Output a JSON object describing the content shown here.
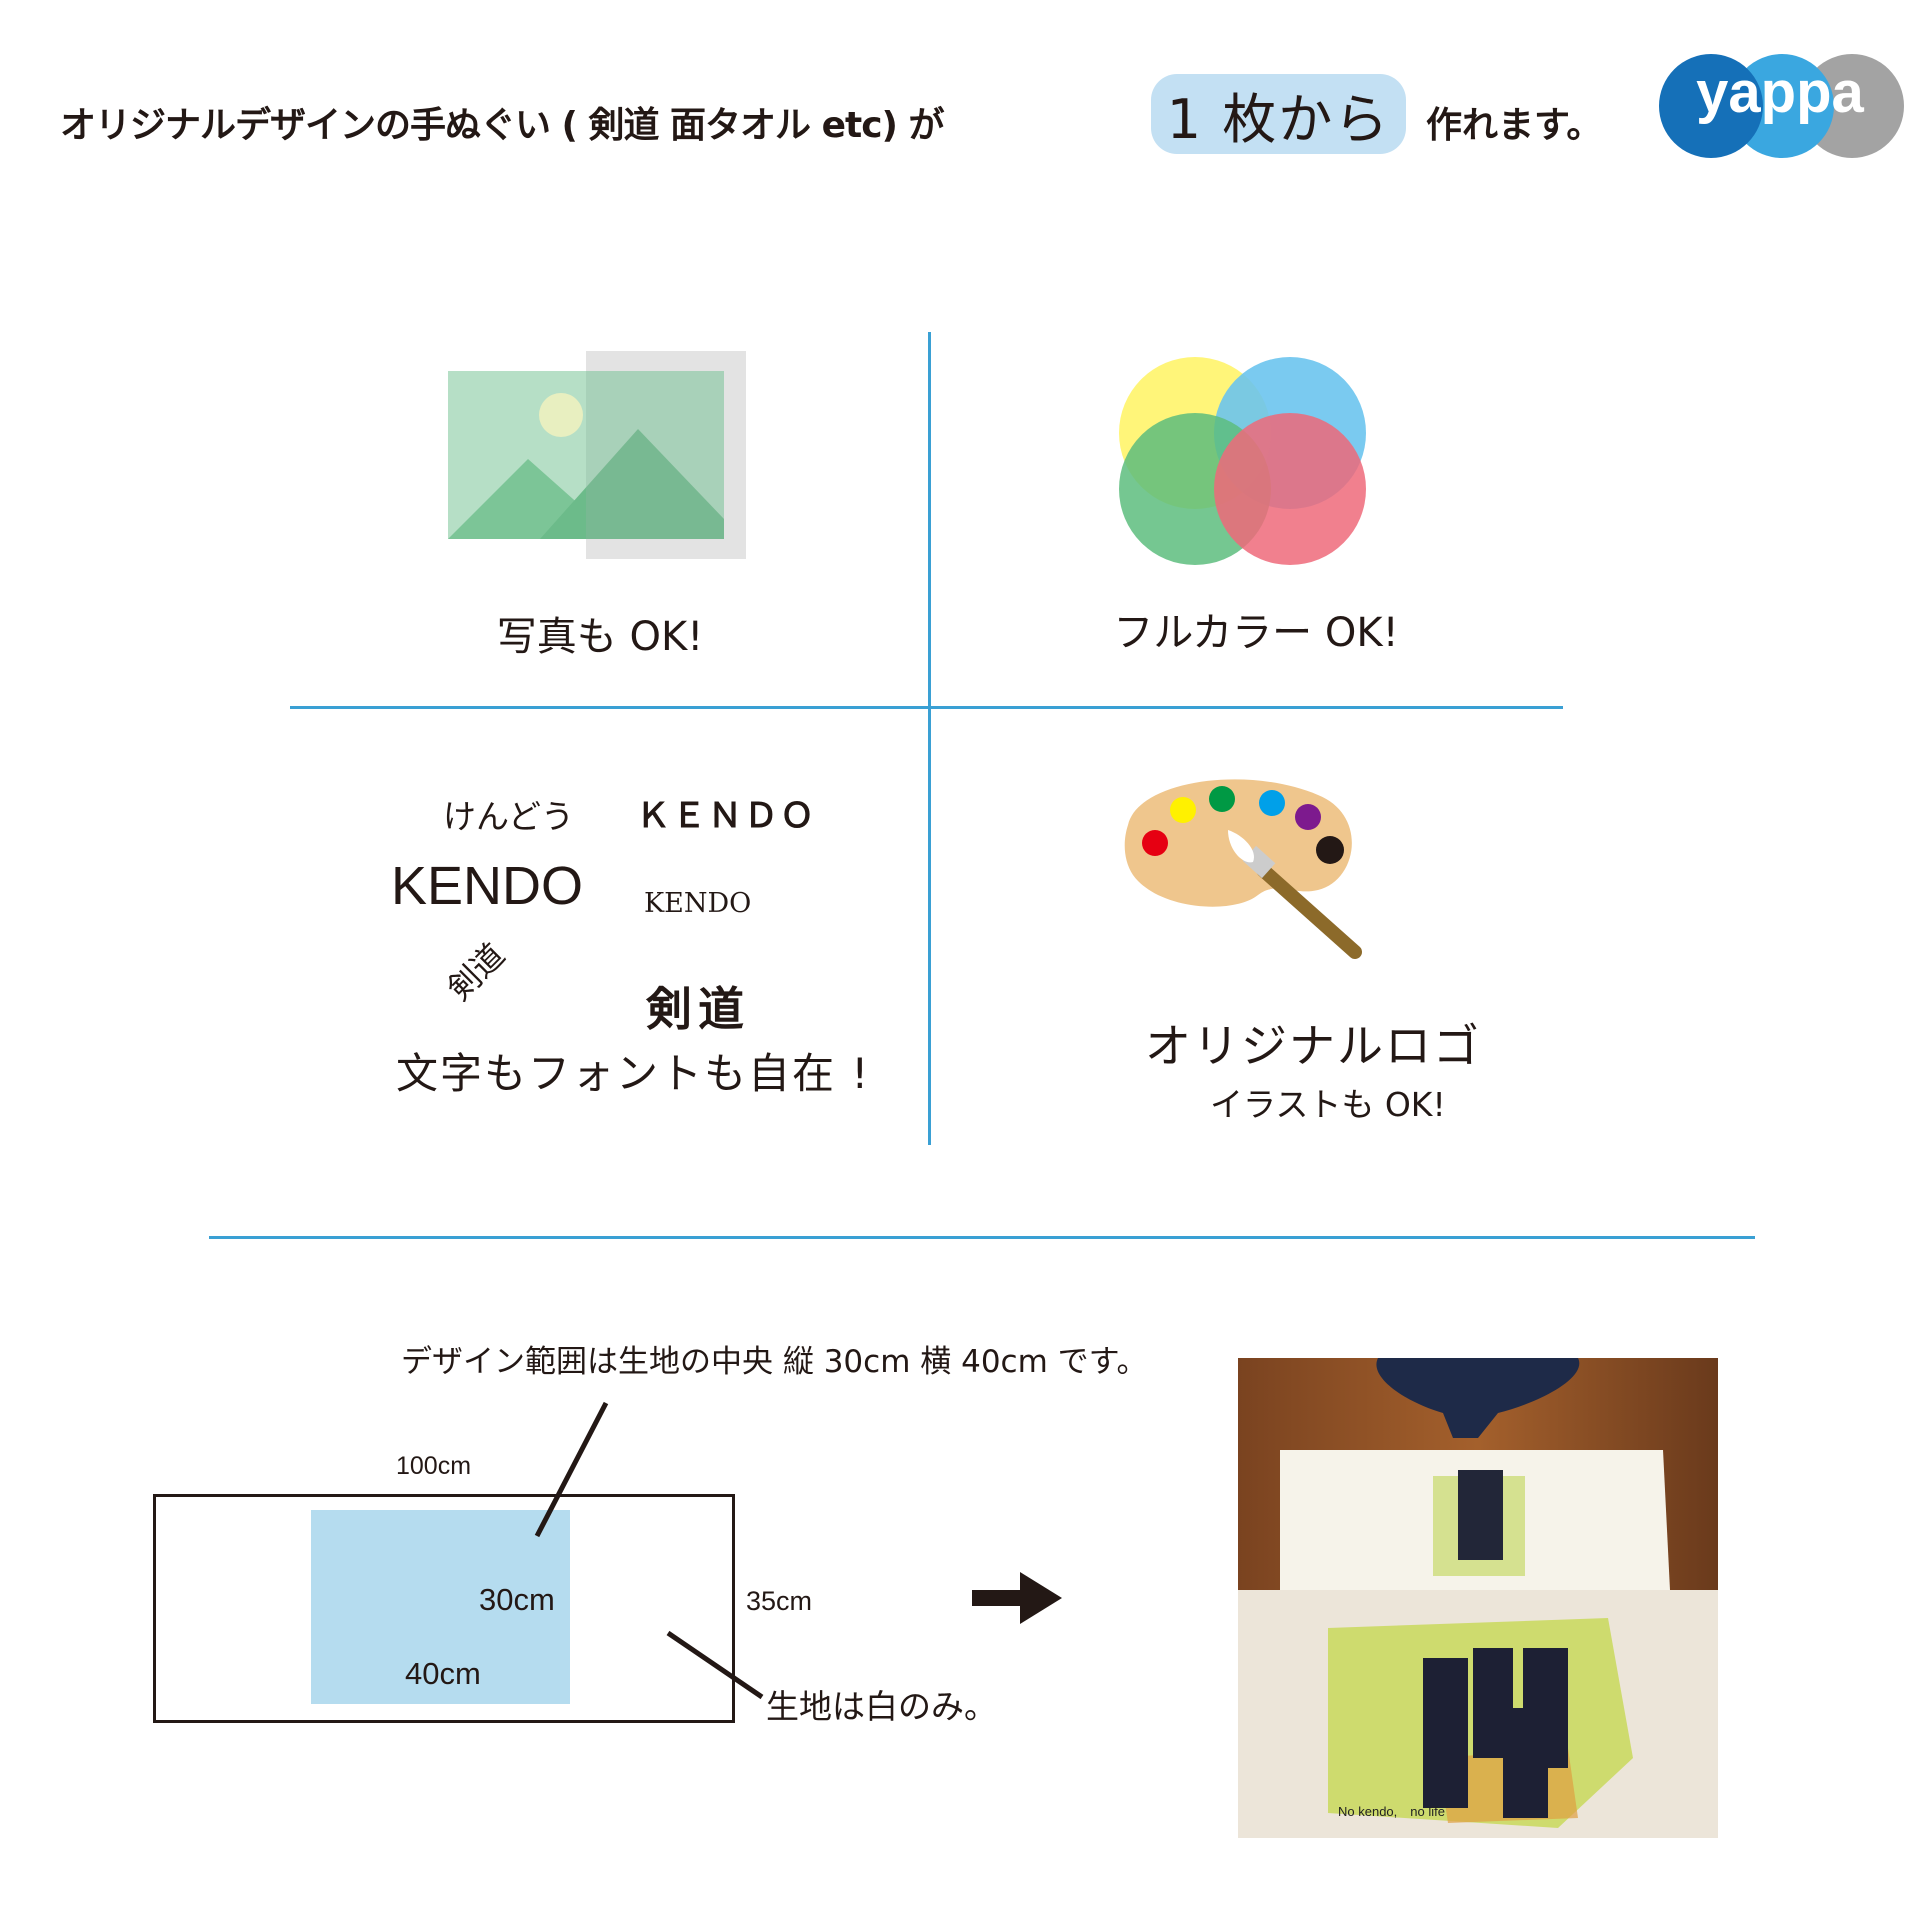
{
  "header": {
    "headline_before": "オリジナルデザインの手ぬぐい ( 剣道 面タオル etc) が",
    "highlight": "1 枚から",
    "headline_after": "作れます。",
    "logo_text": "yappa",
    "logo_colors": [
      "#1570b8",
      "#3aa7e0",
      "#a3a3a3"
    ],
    "highlight_color": "#c3e0f3"
  },
  "divider_color": "#3aa0d4",
  "features": {
    "photo": {
      "icon": "image-icon",
      "caption": "写真も OK!"
    },
    "color": {
      "icon": "color-venn-icon",
      "caption": "フルカラー OK!"
    },
    "fonts": {
      "samples": [
        "けんどう",
        "ＫＥＮＤＯ",
        "KENDO",
        "KENDO",
        "剣道",
        "剣道"
      ],
      "caption": "文字もフォントも自在 !"
    },
    "logo": {
      "icon": "paint-palette-icon",
      "caption_line1": "オリジナルロゴ",
      "caption_line2": "イラストも OK!"
    }
  },
  "spec": {
    "design_area_text": "デザイン範囲は生地の中央 縦 30cm 横 40cm です。",
    "width_label": "100cm",
    "height_label": "35cm",
    "area_height_label": "30cm",
    "area_width_label": "40cm",
    "fabric_note": "生地は白のみ。",
    "area_color": "#b5dcef"
  },
  "example_photo": {
    "print_text": "No kendo,　no life"
  }
}
